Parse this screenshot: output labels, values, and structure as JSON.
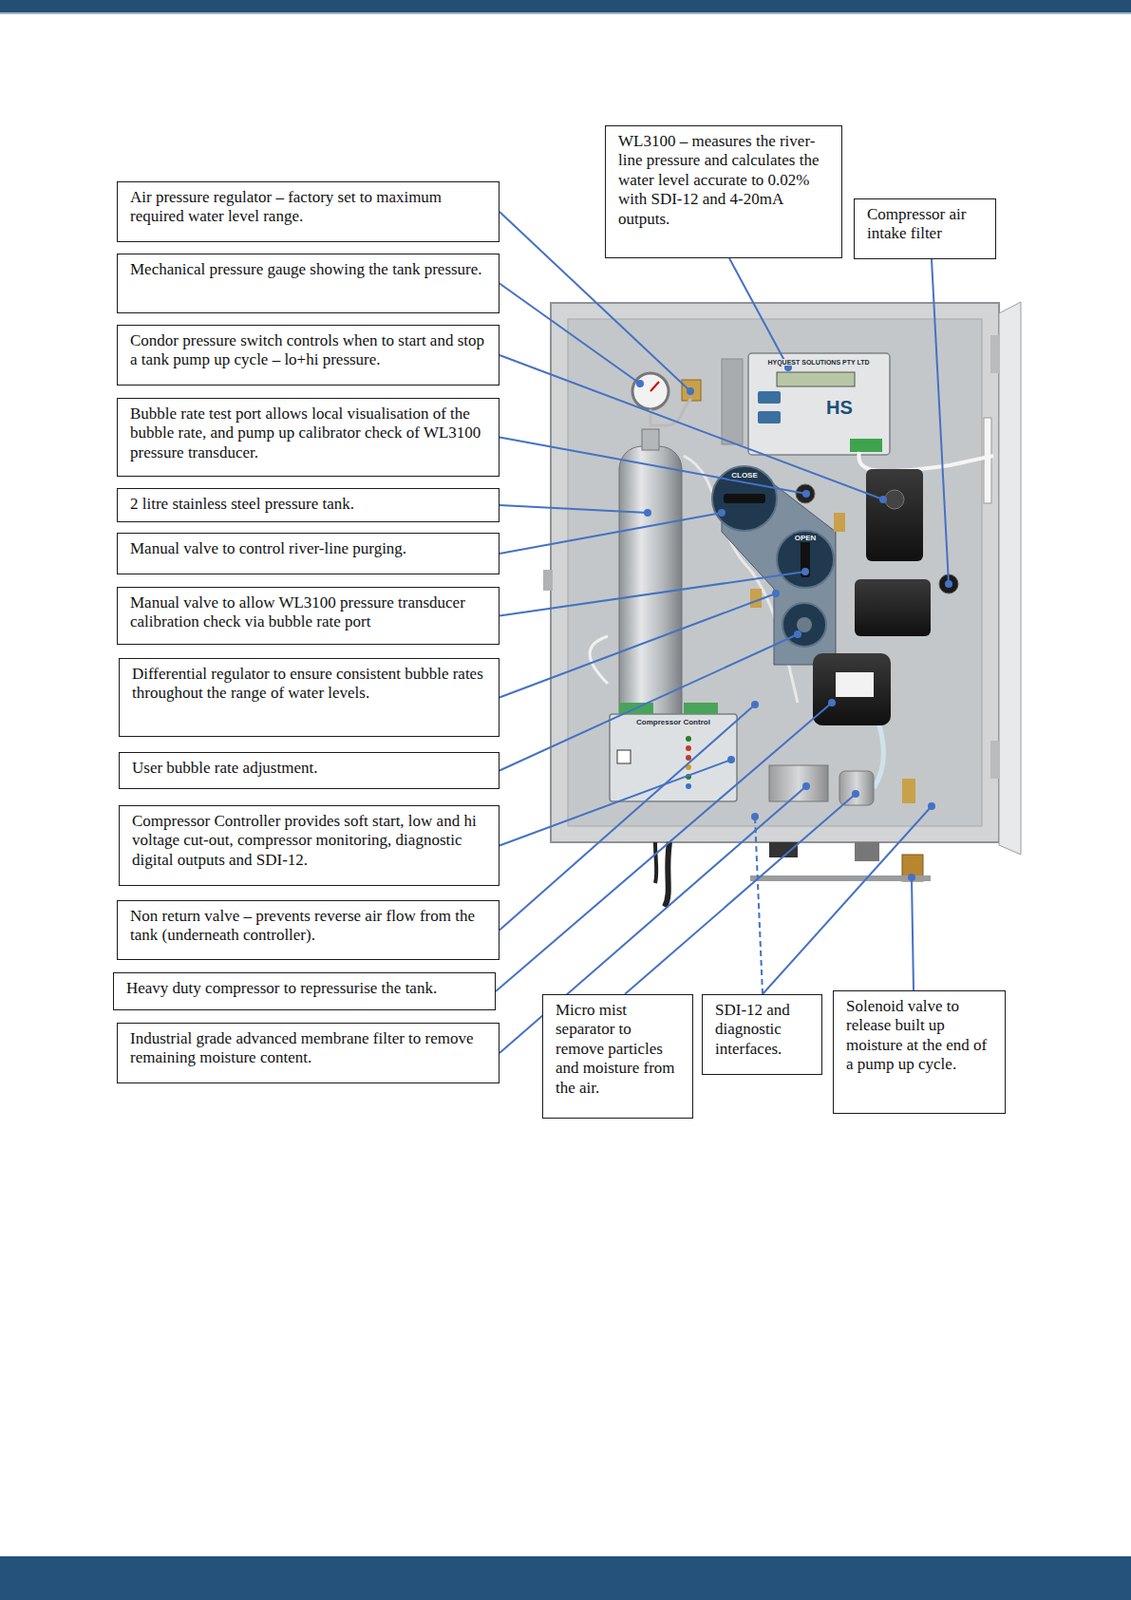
{
  "diagram": {
    "nodes": [
      {
        "text": [
          "WL3100 – measures the river-line pressure and calculates the water level accurate to 0.02% with SDI-12 and 4-20mA outputs."
        ]
      },
      {
        "text": [
          "Compressor air intake filter"
        ]
      },
      {
        "text": [
          "Air pressure regulator – factory set to maximum required water level range."
        ]
      },
      {
        "text": [
          "Mechanical pressure gauge showing the tank pressure."
        ]
      },
      {
        "text": [
          "Condor pressure switch controls when to start and stop a tank pump up cycle – lo+hi pressure."
        ]
      },
      {
        "text": [
          "Bubble rate test port allows local visualisation of the bubble rate, and pump up calibrator check of WL3100 pressure transducer."
        ]
      },
      {
        "text": [
          "2 litre stainless steel pressure tank."
        ]
      },
      {
        "text": [
          "Manual valve to control river-line purging."
        ]
      },
      {
        "text": [
          "Manual valve to allow WL3100 pressure transducer calibration check via bubble rate port"
        ]
      },
      {
        "text": [
          "Differential regulator to ensure consistent bubble rates throughout the range of water levels."
        ]
      },
      {
        "text": [
          "User bubble rate adjustment."
        ]
      },
      {
        "text": [
          "Compressor Controller provides soft start, low and hi voltage cut-out, compressor monitoring, diagnostic digital outputs and SDI-12."
        ]
      },
      {
        "text": [
          "Non return valve – prevents reverse air flow from the tank (underneath controller)."
        ]
      },
      {
        "text": [
          "Heavy duty compressor to repressurise the tank."
        ]
      },
      {
        "text": [
          "Industrial grade advanced membrane filter to remove remaining moisture content."
        ]
      },
      {
        "text": [
          "Micro mist separator to remove particles and moisture from the air."
        ]
      },
      {
        "text": [
          "SDI-12 and diagnostic interfaces."
        ]
      },
      {
        "text": [
          "Solenoid valve to release built up moisture at the end of a pump up cycle."
        ]
      }
    ],
    "labels": [
      "HYQUEST SOLUTIONS PTY LTD",
      "HS",
      "CLOSE",
      "OPEN",
      "Compressor Control"
    ]
  }
}
